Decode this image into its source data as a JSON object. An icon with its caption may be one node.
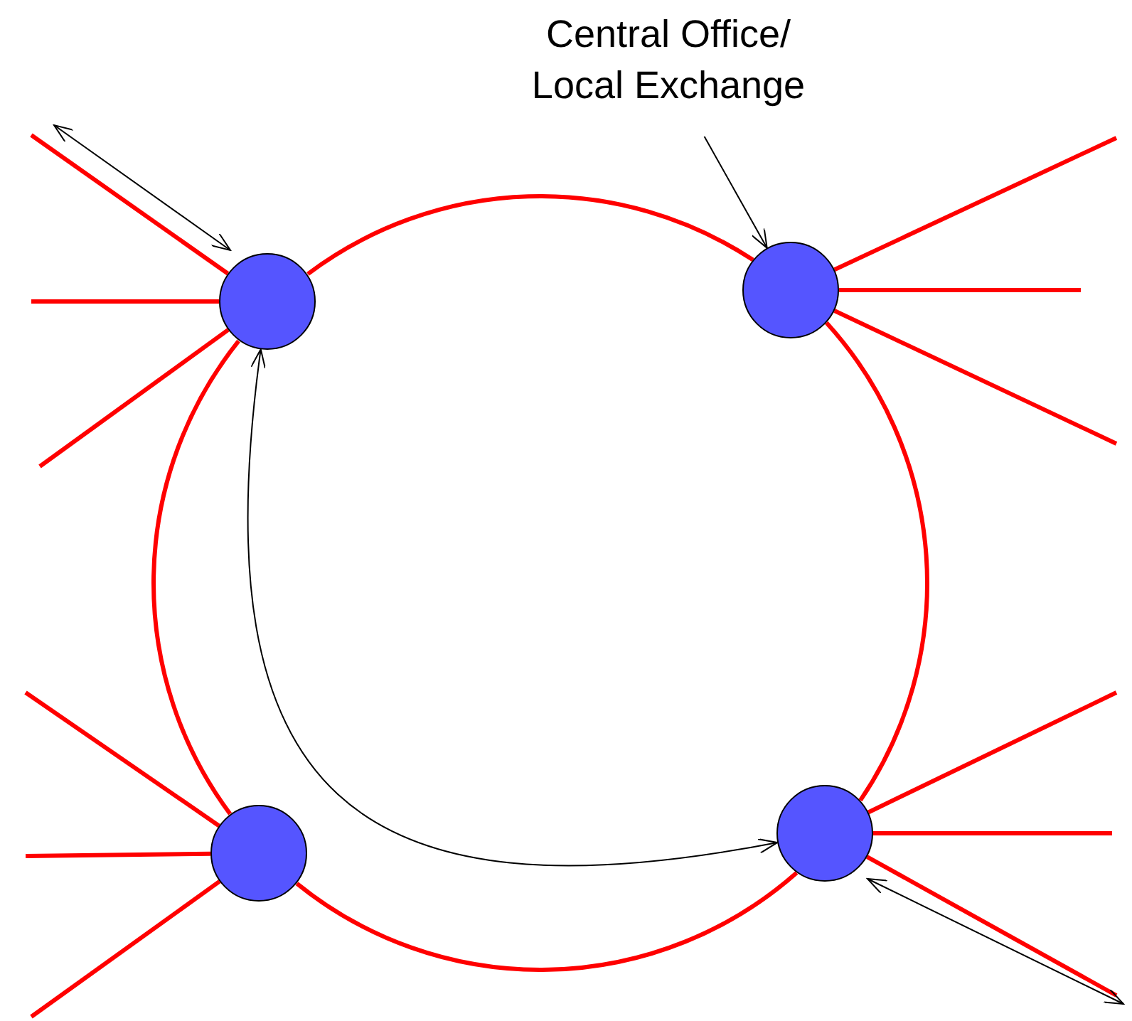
{
  "diagram": {
    "nodes": [
      {
        "text": [
          "Central Office/ Local Exchange"
        ]
      },
      {
        "text": [],
        "shape": "circle"
      },
      {
        "text": [],
        "shape": "circle"
      },
      {
        "text": [],
        "shape": "circle"
      },
      {
        "text": [],
        "shape": "circle"
      }
    ],
    "edges": [
      {
        "from": 1,
        "to": 2,
        "arrow": "none"
      },
      {
        "from": 2,
        "to": 4,
        "arrow": "none"
      },
      {
        "from": 4,
        "to": 3,
        "arrow": "none"
      },
      {
        "from": 3,
        "to": 1,
        "arrow": "none"
      },
      {
        "from": 1,
        "to": null,
        "arrow": "none"
      },
      {
        "from": 1,
        "to": null,
        "arrow": "none"
      },
      {
        "from": 1,
        "to": null,
        "arrow": "none"
      },
      {
        "from": 2,
        "to": null,
        "arrow": "none"
      },
      {
        "from": 2,
        "to": null,
        "arrow": "none"
      },
      {
        "from": 2,
        "to": null,
        "arrow": "none"
      },
      {
        "from": 3,
        "to": null,
        "arrow": "none"
      },
      {
        "from": 3,
        "to": null,
        "arrow": "none"
      },
      {
        "from": 3,
        "to": null,
        "arrow": "none"
      },
      {
        "from": 4,
        "to": null,
        "arrow": "none"
      },
      {
        "from": 4,
        "to": null,
        "arrow": "none"
      },
      {
        "from": 4,
        "to": null,
        "arrow": "none"
      },
      {
        "from": 1,
        "to": 4,
        "arrow": "both",
        "color": "#000000"
      },
      {
        "from": 0,
        "to": 2,
        "arrow": "to",
        "color": "#000000"
      }
    ]
  }
}
